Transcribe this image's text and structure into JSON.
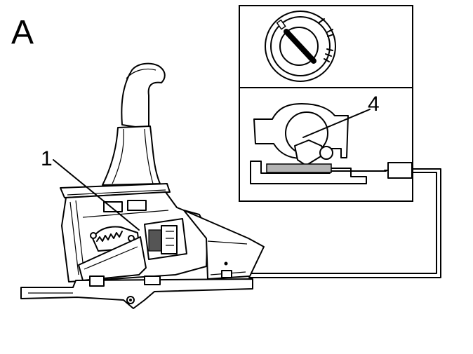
{
  "figure_label": "A",
  "callouts": [
    {
      "id": "1",
      "text": "1"
    },
    {
      "id": "4",
      "text": "4"
    }
  ],
  "colors": {
    "line": "#000000",
    "background": "#ffffff",
    "shade": "#b3b3b3"
  },
  "icons": [
    "ignition-switch-icon",
    "shift-lock-solenoid-icon",
    "gear-shift-lever-icon",
    "electrical-connector-icon"
  ]
}
